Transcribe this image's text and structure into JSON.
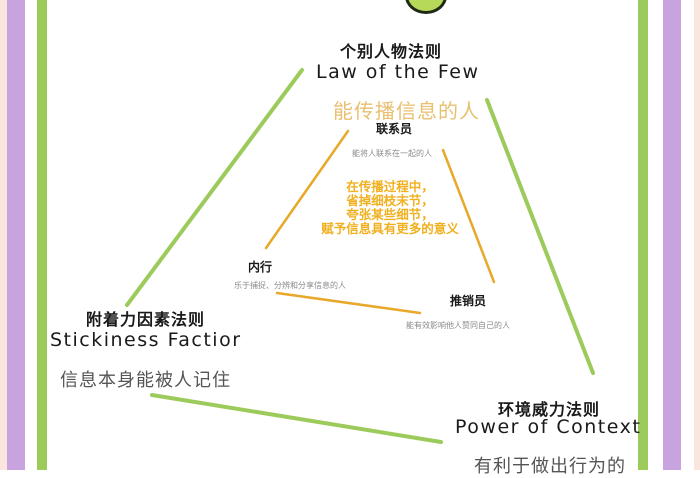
{
  "colors": {
    "frame_purple": "#c9a3e0",
    "frame_green": "#9ccb5c",
    "outer_line_green": "#9ccb5c",
    "inner_line_orange": "#e8a82a",
    "accent_orange_text": "#e8c070",
    "center_text_orange": "#f0b020"
  },
  "nodes": {
    "law_of_few": {
      "title_zh": "个别人物法则",
      "title_en": "Law of the Few",
      "description": "能传播信息的人"
    },
    "stickiness": {
      "title_zh": "附着力因素法则",
      "title_en": "Stickiness Factior",
      "description": "信息本身能被人记住"
    },
    "context": {
      "title_zh": "环境威力法则",
      "title_en": "Power of Context",
      "description": "有利于做出行为的"
    }
  },
  "roles": {
    "connector": {
      "label": "联系员",
      "description": "能将人联系在一起的人"
    },
    "maven": {
      "label": "内行",
      "description": "乐于捕捉、分辨和分享信息的人"
    },
    "salesman": {
      "label": "推销员",
      "description": "能有效影响他人赞同自己的人"
    }
  },
  "center_text": {
    "lines": [
      "在传播过程中，",
      "省掉细枝末节，",
      "夸张某些细节，",
      "赋予信息具有更多的意义"
    ]
  }
}
